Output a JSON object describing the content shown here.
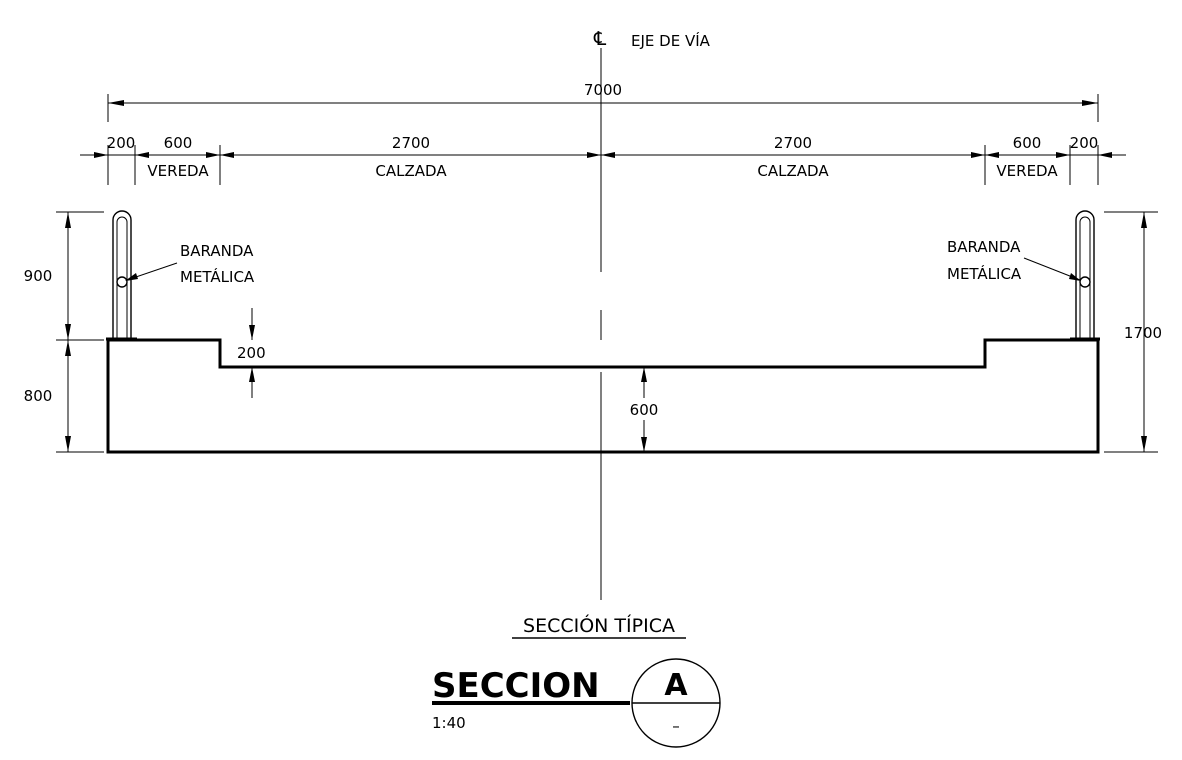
{
  "centerline": {
    "symbol": "℄",
    "label": "EJE DE VÍA"
  },
  "dimensions": {
    "total_width": "7000",
    "left_railing_width": "200",
    "left_sidewalk_width": "600",
    "left_sidewalk_label": "VEREDA",
    "left_road_width": "2700",
    "left_road_label": "CALZADA",
    "right_road_width": "2700",
    "right_road_label": "CALZADA",
    "right_sidewalk_width": "600",
    "right_sidewalk_label": "VEREDA",
    "right_railing_width": "200",
    "railing_height": "900",
    "deck_height": "800",
    "curb_height": "200",
    "slab_thickness": "600",
    "total_height": "1700"
  },
  "annotations": {
    "left_railing_line1": "BARANDA",
    "left_railing_line2": "METÁLICA",
    "right_railing_line1": "BARANDA",
    "right_railing_line2": "METÁLICA"
  },
  "title_block": {
    "subtitle": "SECCIÓN TÍPICA",
    "title": "SECCION",
    "scale": "1:40",
    "section_letter": "A",
    "sheet_ref": "–"
  }
}
